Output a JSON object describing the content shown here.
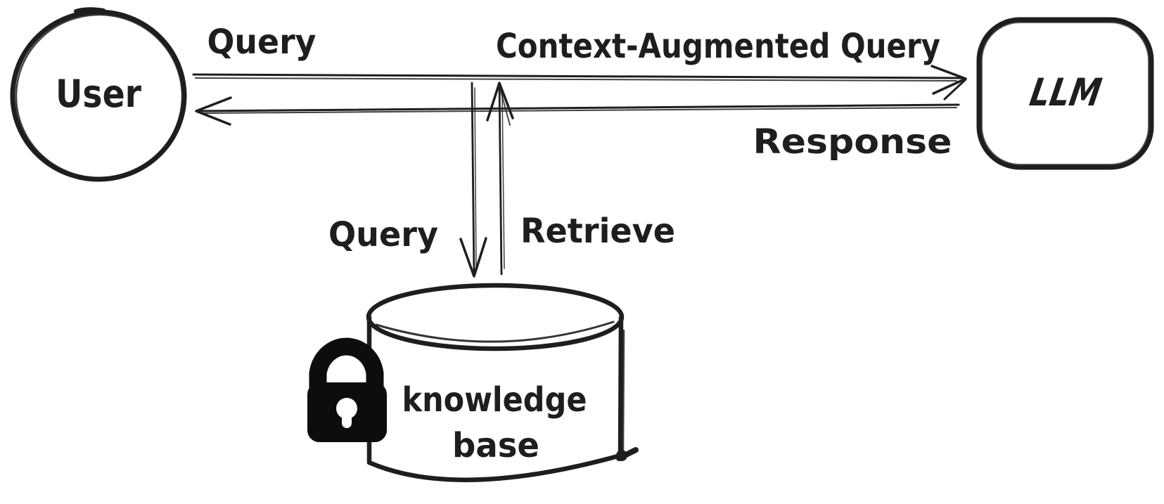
{
  "diagram": {
    "type": "hand-drawn flow diagram (RAG architecture)",
    "background_color": "#ffffff",
    "stroke_color": "#1e1e1e",
    "lock_color": "#0d0d0d",
    "nodes": {
      "user": {
        "shape": "circle",
        "label": "User"
      },
      "llm": {
        "shape": "rounded-rectangle",
        "label": "LLM"
      },
      "knowledge_base": {
        "shape": "cylinder",
        "line1": "knowledge",
        "line2": "base",
        "icon": "lock-icon"
      }
    },
    "edges": {
      "query_user": {
        "label": "Query",
        "from": "User",
        "to": "LLM",
        "direction": "right"
      },
      "context_augmented": {
        "label": "Context-Augmented Query",
        "from": "User",
        "to": "LLM",
        "direction": "right"
      },
      "response": {
        "label": "Response",
        "from": "LLM",
        "to": "User",
        "direction": "left"
      },
      "query_kb": {
        "label": "Query",
        "from": "query line",
        "to": "knowledge base",
        "direction": "down"
      },
      "retrieve": {
        "label": "Retrieve",
        "from": "knowledge base",
        "to": "query line",
        "direction": "up"
      }
    }
  }
}
